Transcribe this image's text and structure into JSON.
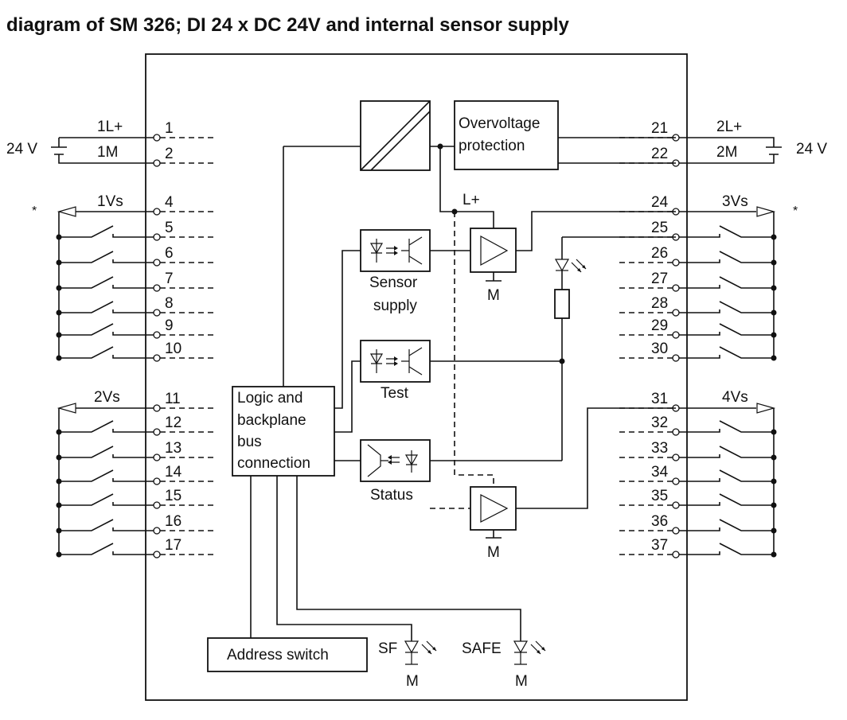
{
  "title": "diagram of SM 326; DI 24 x DC 24V and internal sensor supply",
  "supply": {
    "left_voltage": "24 V",
    "right_voltage": "24 V",
    "left_plus": "1L+",
    "left_minus": "1M",
    "right_plus": "2L+",
    "right_minus": "2M",
    "internal_plus": "L+"
  },
  "sensor_supply_labels": {
    "vs1": "1Vs",
    "vs2": "2Vs",
    "vs3": "3Vs",
    "vs4": "4Vs",
    "footnote_mark": "*"
  },
  "terminals": {
    "left": [
      "1",
      "2",
      "4",
      "5",
      "6",
      "7",
      "8",
      "9",
      "10",
      "11",
      "12",
      "13",
      "14",
      "15",
      "16",
      "17"
    ],
    "right": [
      "21",
      "22",
      "24",
      "25",
      "26",
      "27",
      "28",
      "29",
      "30",
      "31",
      "32",
      "33",
      "34",
      "35",
      "36",
      "37"
    ]
  },
  "blocks": {
    "overvoltage_line1": "Overvoltage",
    "overvoltage_line2": "protection",
    "logic": [
      "Logic and",
      "backplane",
      "bus",
      "connection"
    ],
    "sensor_supply": [
      "Sensor",
      "supply"
    ],
    "test": "Test",
    "status": "Status",
    "address_switch": "Address switch",
    "ground": "M"
  },
  "leds": {
    "sf": "SF",
    "safe": "SAFE"
  },
  "colors": {
    "line": "#111111",
    "background": "#ffffff"
  }
}
